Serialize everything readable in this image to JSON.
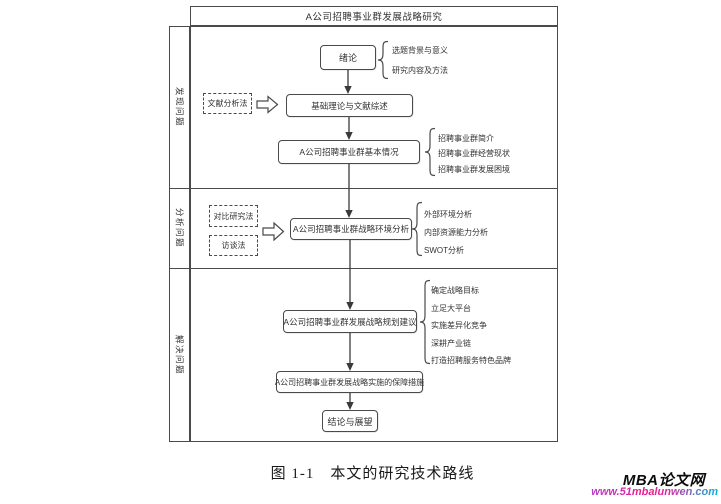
{
  "diagram": {
    "title": "A公司招聘事业群发展战略研究",
    "lanes": [
      {
        "label": "发现问题"
      },
      {
        "label": "分析问题"
      },
      {
        "label": "解决问题"
      }
    ],
    "boxes": {
      "intro": "绪论",
      "theory": "基础理论与文献综述",
      "basic": "A公司招聘事业群基本情况",
      "env": "A公司招聘事业群战略环境分析",
      "plan": "A公司招聘事业群发展战略规划建议",
      "safeguard": "A公司招聘事业群发展战略实施的保障措施",
      "conclusion": "结论与展望"
    },
    "methods": {
      "literature": "文献分析法",
      "comparative": "对比研究法",
      "interview": "访谈法"
    },
    "braces": {
      "intro_items": [
        "选题背景与意义",
        "研究内容及方法"
      ],
      "basic_items": [
        "招聘事业群简介",
        "招聘事业群经营现状",
        "招聘事业群发展困境"
      ],
      "env_items": [
        "外部环境分析",
        "内部资源能力分析",
        "SWOT分析"
      ],
      "plan_items": [
        "确定战略目标",
        "立足大平台",
        "实施差异化竞争",
        "深耕产业链",
        "打造招聘服务特色品牌"
      ]
    },
    "colors": {
      "line": "#4a4a4a",
      "url_gradient_start": "#b43cc8",
      "url_gradient_mid": "#ee1890",
      "url_gradient_end": "#00b4d8"
    }
  },
  "footer": {
    "caption": "图 1-1　本文的研究技术路线",
    "watermark_title": "MBA论文网",
    "watermark_url": "www.51mbalunwen.com"
  }
}
